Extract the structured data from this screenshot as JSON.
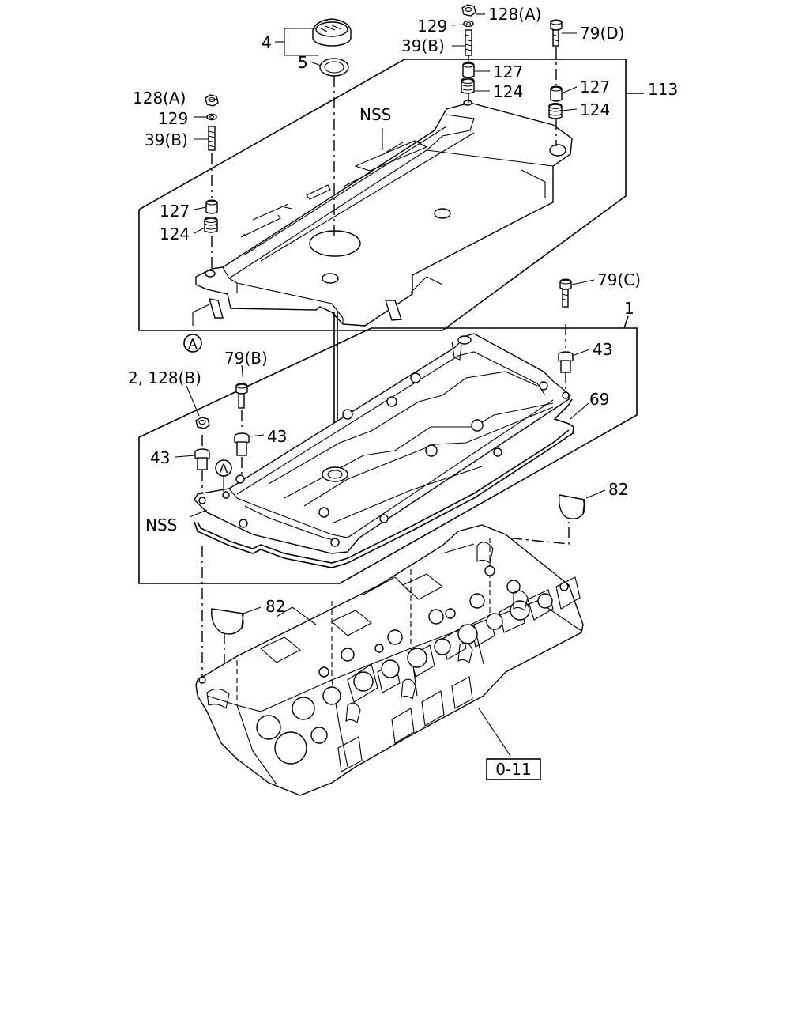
{
  "diagram": {
    "labels": {
      "cap_4": "4",
      "seal_5": "5",
      "nut_128a_top": "128(A)",
      "washer_129_top": "129",
      "stud_39b_top": "39(B)",
      "bolt_79d": "79(D)",
      "grommet_127_top": "127",
      "grommet_124_top": "124",
      "grommet_127_right": "127",
      "grommet_124_right": "124",
      "cover_assy_113": "113",
      "nss_top": "NSS",
      "nut_128a_left": "128(A)",
      "washer_129_left": "129",
      "stud_39b_left": "39(B)",
      "grommet_127_left": "127",
      "grommet_124_left": "124",
      "ref_a_top": "A",
      "bolt_79c": "79(C)",
      "head_cover_assy_1": "1",
      "collar_43_right": "43",
      "bolt_79b": "79(B)",
      "nut_2_128b": "2, 128(B)",
      "collar_43_mid": "43",
      "gasket_69": "69",
      "collar_43_left": "43",
      "ref_a_bottom": "A",
      "nss_bottom": "NSS",
      "plug_82_right": "82",
      "plug_82_left": "82",
      "cylinder_head_ref": "0-11"
    },
    "icons": [
      "oil-filler-cap-icon",
      "o-ring-icon",
      "nut-icon",
      "washer-icon",
      "stud-icon",
      "bolt-icon",
      "grommet-icon",
      "collar-icon",
      "semicircle-plug-icon"
    ]
  }
}
